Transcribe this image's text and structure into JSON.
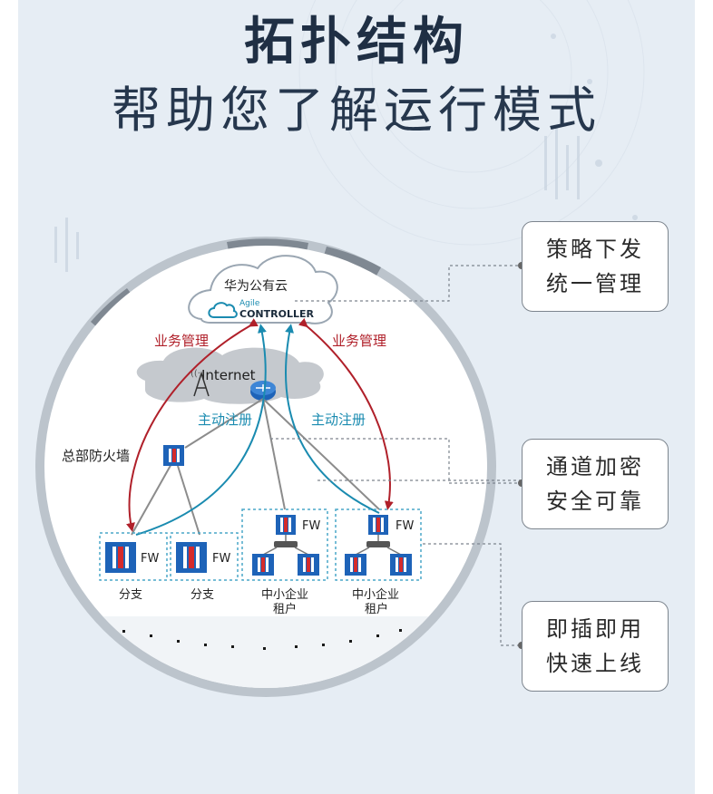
{
  "header": {
    "title_line1": "拓扑结构",
    "title_line2": "帮助您了解运行模式"
  },
  "diagram": {
    "cloud_label": "华为公有云",
    "controller_small": "Agile",
    "controller_big": "CONTROLLER",
    "internet_label": "Internet",
    "business_mgmt_left": "业务管理",
    "business_mgmt_right": "业务管理",
    "active_reg_left": "主动注册",
    "active_reg_right": "主动注册",
    "hq_firewall_label": "总部防火墙",
    "fw_label": "FW",
    "branch1_label": "分支",
    "branch2_label": "分支",
    "tenant1_line1": "中小企业",
    "tenant1_line2": "租户",
    "tenant2_line1": "中小企业",
    "tenant2_line2": "租户"
  },
  "callouts": [
    {
      "line1": "策略下发",
      "line2": "统一管理"
    },
    {
      "line1": "通道加密",
      "line2": "安全可靠"
    },
    {
      "line1": "即插即用",
      "line2": "快速上线"
    }
  ],
  "colors": {
    "business_arrow": "#b0202a",
    "register_arrow": "#1a8bb0",
    "device_blue": "#1e63b8",
    "device_red": "#d52b2b",
    "title": "#1f2f44"
  }
}
